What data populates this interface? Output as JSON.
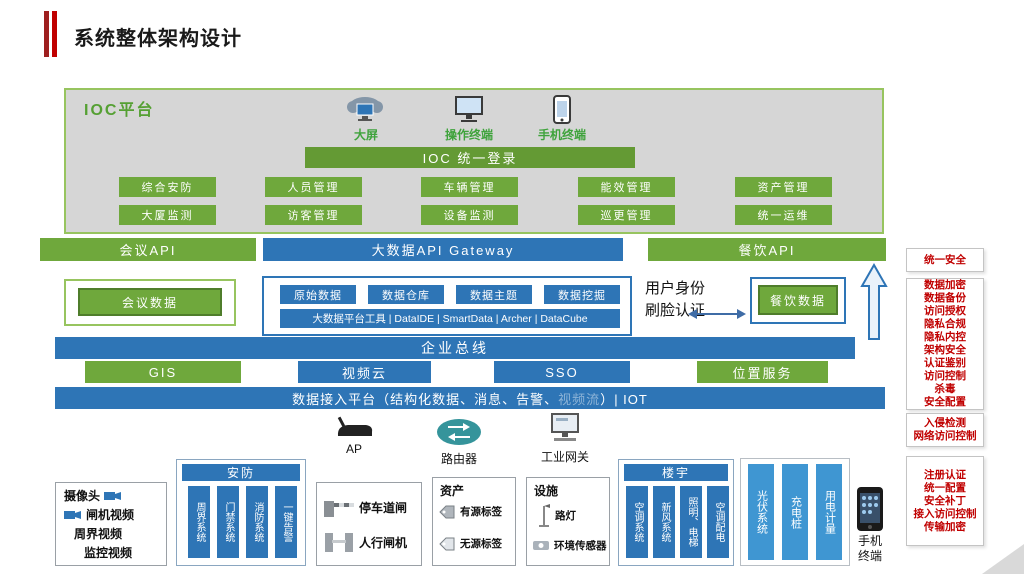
{
  "title": "系统整体架构设计",
  "ioc": {
    "label": "IOC平台",
    "terminals": [
      {
        "label": "大屏"
      },
      {
        "label": "操作终端"
      },
      {
        "label": "手机终端"
      }
    ],
    "login": "IOC 统一登录",
    "row1": [
      "综合安防",
      "人员管理",
      "车辆管理",
      "能效管理",
      "资产管理"
    ],
    "row2": [
      "大厦监测",
      "访客管理",
      "设备监测",
      "巡更管理",
      "统一运维"
    ]
  },
  "api": {
    "meeting": "会议API",
    "gateway": "大数据API Gateway",
    "dining": "餐饮API"
  },
  "data_layer": {
    "meeting_data": "会议数据",
    "modules": [
      "原始数据",
      "数据仓库",
      "数据主题",
      "数据挖掘"
    ],
    "tools": "大数据平台工具 | DataIDE | SmartData | Archer | DataCube",
    "identity": [
      "用户身份",
      "刷脸认证"
    ],
    "dining_data": "餐饮数据"
  },
  "bus": "企业总线",
  "services": [
    "GIS",
    "视频云",
    "SSO",
    "位置服务"
  ],
  "access": {
    "prefix": "数据接入平台（结构化数据、消息、告警、",
    "faded": "视频流",
    "suffix": "）| IOT"
  },
  "network": [
    {
      "label": "AP"
    },
    {
      "label": "路由器"
    },
    {
      "label": "工业网关"
    }
  ],
  "bottom": {
    "camera": {
      "title": "摄像头",
      "items": [
        "闸机视频",
        "周界视频",
        "监控视频"
      ]
    },
    "security": {
      "title": "安防",
      "bars": [
        "周界系统",
        "门禁系统",
        "消防系统",
        "一键告警"
      ]
    },
    "parking": {
      "items": [
        "停车道闸",
        "人行闸机"
      ]
    },
    "asset": {
      "title": "资产",
      "items": [
        "有源标签",
        "无源标签"
      ]
    },
    "facility": {
      "title": "设施",
      "items": [
        "路灯",
        "环境传感器"
      ]
    },
    "building": {
      "title": "楼宇",
      "bars": [
        "空调系统",
        "新风系统",
        "照明、电梯",
        "空调配电"
      ]
    },
    "energy": [
      "光伏系统",
      "充电桩",
      "用电计量"
    ],
    "phone": {
      "line1": "手机",
      "line2": "终端"
    }
  },
  "sidebar": {
    "box1": [
      "统一安全"
    ],
    "box2": [
      "数据加密",
      "数据备份",
      "访问授权",
      "隐私合规",
      "隐私内控",
      "架构安全",
      "认证鉴别",
      "访问控制",
      "杀毒",
      "安全配置"
    ],
    "box3": [
      "入侵检测",
      "网络访问控制"
    ],
    "box4": [
      "注册认证",
      "统一配置",
      "安全补丁",
      "接入访问控制",
      "传输加密"
    ]
  },
  "colors": {
    "green": "#6fa83c",
    "blue": "#2e75b6",
    "light_blue": "#3f96d2",
    "red": "#c00000",
    "platform_bg": "#d6d6d6",
    "green_border": "#97c45f"
  }
}
